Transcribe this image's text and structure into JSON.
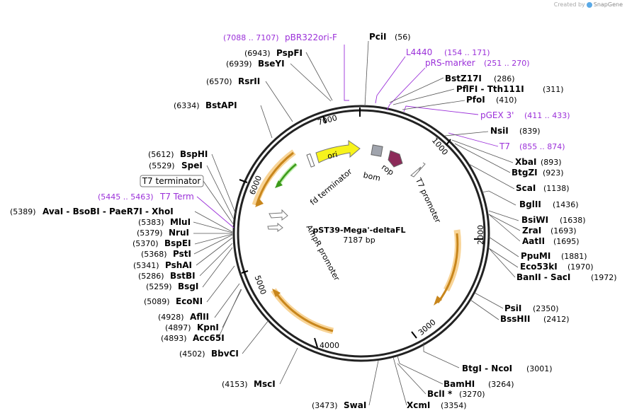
{
  "credit": {
    "prefix": "Created by",
    "brand": "SnapGene"
  },
  "plasmid": {
    "name": "pST39-Mega'-deltaFL",
    "length_label": "7187 bp",
    "length": 7187
  },
  "ticks": [
    "1000",
    "2000",
    "3000",
    "4000",
    "5000",
    "6000",
    "7000"
  ],
  "features": {
    "ori": "ori",
    "bom": "bom",
    "rop": "rop",
    "fd_terminator": "fd terminator",
    "t7_promoter": "T7 promoter",
    "ampr_promoter": "AmpR promoter",
    "t7_terminator_box": "T7 terminator"
  },
  "primers": [
    {
      "name": "pBR322ori-F",
      "pos": "(7088 .. 7107)"
    },
    {
      "name": "L4440",
      "pos": "(154 .. 171)"
    },
    {
      "name": "pRS-marker",
      "pos": "(251 .. 270)"
    },
    {
      "name": "pGEX 3'",
      "pos": "(411 .. 433)"
    },
    {
      "name": "T7",
      "pos": "(855 .. 874)"
    },
    {
      "name": "T7 Term",
      "pos": "(5445 .. 5463)"
    }
  ],
  "enzymes": [
    {
      "name": "PciI",
      "pos": "(56)"
    },
    {
      "name": "BstZ17I",
      "pos": "(286)"
    },
    {
      "name": "PflFI  -  Tth111I",
      "pos": "(311)"
    },
    {
      "name": "PfoI",
      "pos": "(410)"
    },
    {
      "name": "NsiI",
      "pos": "(839)"
    },
    {
      "name": "XbaI",
      "pos": "(893)"
    },
    {
      "name": "BtgZI",
      "pos": "(923)"
    },
    {
      "name": "ScaI",
      "pos": "(1138)"
    },
    {
      "name": "BglII",
      "pos": "(1436)"
    },
    {
      "name": "BsiWI",
      "pos": "(1638)"
    },
    {
      "name": "ZraI",
      "pos": "(1693)"
    },
    {
      "name": "AatII",
      "pos": "(1695)"
    },
    {
      "name": "PpuMI",
      "pos": "(1881)"
    },
    {
      "name": "Eco53kI",
      "pos": "(1970)"
    },
    {
      "name": "BanII  -  SacI",
      "pos": "(1972)"
    },
    {
      "name": "PsiI",
      "pos": "(2350)"
    },
    {
      "name": "BssHII",
      "pos": "(2412)"
    },
    {
      "name": "BtgI  -  NcoI",
      "pos": "(3001)"
    },
    {
      "name": "BamHI",
      "pos": "(3264)"
    },
    {
      "name": "BclI *",
      "pos": "(3270)"
    },
    {
      "name": "XcmI",
      "pos": "(3354)"
    },
    {
      "name": "SwaI",
      "pos": "(3473)"
    },
    {
      "name": "MscI",
      "pos": "(4153)"
    },
    {
      "name": "BbvCI",
      "pos": "(4502)"
    },
    {
      "name": "Acc65I",
      "pos": "(4893)"
    },
    {
      "name": "KpnI",
      "pos": "(4897)"
    },
    {
      "name": "AflII",
      "pos": "(4928)"
    },
    {
      "name": "EcoNI",
      "pos": "(5089)"
    },
    {
      "name": "BsgI",
      "pos": "(5259)"
    },
    {
      "name": "BstBI",
      "pos": "(5286)"
    },
    {
      "name": "PshAI",
      "pos": "(5341)"
    },
    {
      "name": "PstI",
      "pos": "(5368)"
    },
    {
      "name": "BspEI",
      "pos": "(5370)"
    },
    {
      "name": "NruI",
      "pos": "(5379)"
    },
    {
      "name": "MluI",
      "pos": "(5383)"
    },
    {
      "name": "AvaI  -  BsoBI  -  PaeR7I  -  XhoI",
      "pos": "(5389)"
    },
    {
      "name": "SpeI",
      "pos": "(5529)"
    },
    {
      "name": "BspHI",
      "pos": "(5612)"
    },
    {
      "name": "BstAPI",
      "pos": "(6334)"
    },
    {
      "name": "RsrII",
      "pos": "(6570)"
    },
    {
      "name": "BseYI",
      "pos": "(6939)"
    },
    {
      "name": "PspFI",
      "pos": "(6943)"
    }
  ]
}
